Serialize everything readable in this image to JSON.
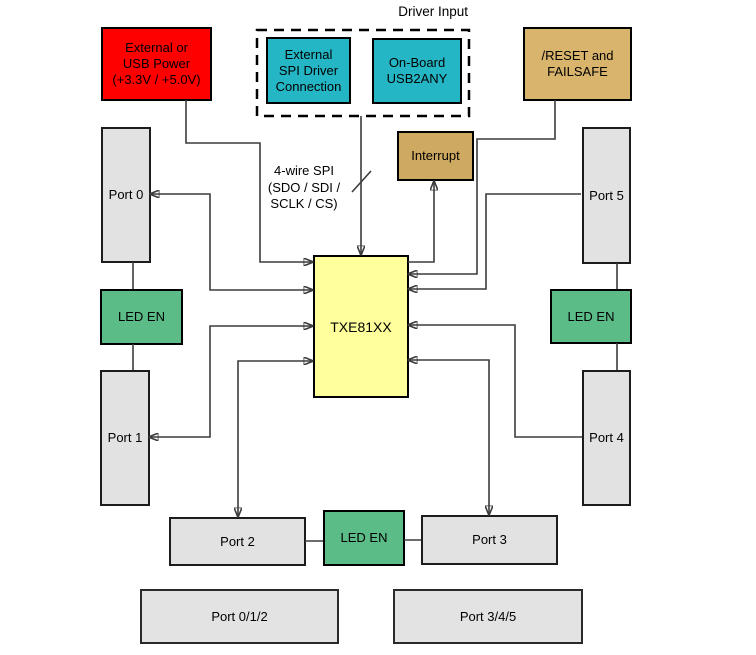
{
  "diagram": {
    "driver_input_label": "Driver Input",
    "power": {
      "line1": "External or",
      "line2": "USB Power",
      "line3": "(+3.3V / +5.0V)",
      "color": "#FF0000"
    },
    "external_spi_driver": {
      "line1": "External",
      "line2": "SPI Driver",
      "line3": "Connection",
      "color": "#25B6C5"
    },
    "usb2any": {
      "line1": "On-Board",
      "line2": "USB2ANY",
      "color": "#25B6C5"
    },
    "reset_failsafe": {
      "line1": "/RESET and",
      "line2": "FAILSAFE",
      "color": "#D8B46C"
    },
    "interrupt": {
      "label": "Interrupt",
      "color": "#CEA961"
    },
    "spi_bus_label": {
      "line1": "4-wire SPI",
      "line2": "(SDO / SDI /",
      "line3": "SCLK / CS)"
    },
    "chip": {
      "label": "TXE81XX",
      "color": "#FFFF9B"
    },
    "led_en_label": "LED EN",
    "led_en_color": "#5BBC88",
    "ports": {
      "p0": "Port 0",
      "p1": "Port 1",
      "p2": "Port 2",
      "p3": "Port 3",
      "p4": "Port 4",
      "p5": "Port 5"
    },
    "port_groups": {
      "left": "Port 0/1/2",
      "right": "Port 3/4/5"
    },
    "port_fill_color": "#E2E2E2",
    "connector_color": "#3C3C3C"
  }
}
